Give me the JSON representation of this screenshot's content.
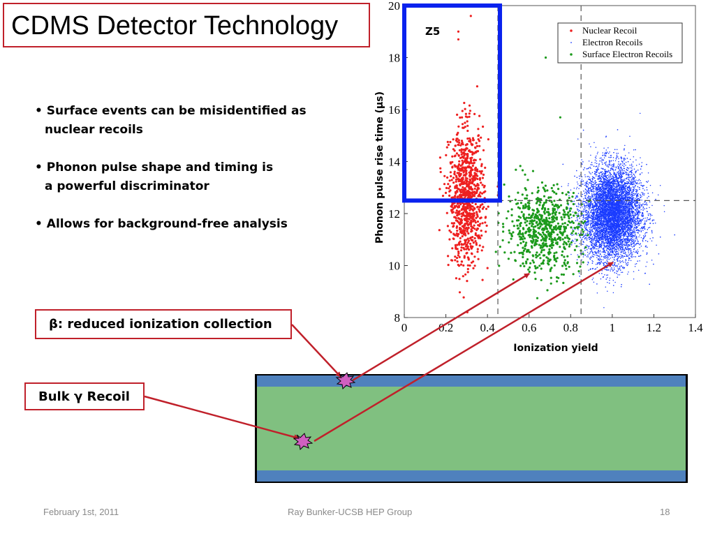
{
  "slide": {
    "title": "CDMS Detector Technology",
    "bullets": [
      {
        "line1": "Surface events can be misidentified as",
        "line2": "nuclear recoils"
      },
      {
        "line1": "Phonon pulse shape and timing is",
        "line2": "a powerful discriminator"
      },
      {
        "line1": "Allows for background-free analysis",
        "line2": ""
      }
    ],
    "bullet_marker": "•",
    "beta_label": "β: reduced ionization collection",
    "bulk_label": "Bulk γ Recoil",
    "footer": {
      "date": "February 1st, 2011",
      "author": "Ray Bunker-UCSB HEP Group",
      "page": "18"
    }
  },
  "colors": {
    "accent_red": "#c0202a",
    "nuclear": "#ee2020",
    "electron": "#1a3cff",
    "surface": "#1c9a1c",
    "zone_box": "#0a22ee",
    "detector_blue": "#4f81bd",
    "detector_green": "#80c080"
  },
  "chart_data": {
    "type": "scatter",
    "xlabel": "Ionization yield",
    "ylabel": "Phonon pulse rise time (µs)",
    "xlim": [
      0,
      1.4
    ],
    "ylim": [
      8,
      20
    ],
    "xticks": [
      "0",
      "0.2",
      "0.4",
      "0.6",
      "0.8",
      "1",
      "1.2",
      "1.4"
    ],
    "yticks": [
      "8",
      "10",
      "12",
      "14",
      "16",
      "18",
      "20"
    ],
    "grid": false,
    "legend_position": "top-right",
    "zone_label": "Z5",
    "zone_box": {
      "x": [
        0,
        0.46
      ],
      "y": [
        12.5,
        20
      ]
    },
    "cut_lines": {
      "x_values": [
        0.45,
        0.85
      ],
      "y_value": 12.5
    },
    "series": [
      {
        "name": "Nuclear Recoil",
        "center": [
          0.3,
          12.6
        ],
        "spread": [
          0.042,
          1.3
        ],
        "count": 900
      },
      {
        "name": "Electron Recoils",
        "center": [
          1.0,
          12.0
        ],
        "spread": [
          0.07,
          0.9
        ],
        "count": 9000
      },
      {
        "name": "Surface Electron Recoils",
        "center": [
          0.67,
          11.4
        ],
        "spread": [
          0.09,
          0.8
        ],
        "count": 650
      }
    ],
    "outliers": [
      [
        0.32,
        19.6
      ],
      [
        0.26,
        19.0
      ],
      [
        0.26,
        18.7
      ],
      [
        0.68,
        18.0
      ],
      [
        0.75,
        15.7
      ]
    ]
  }
}
